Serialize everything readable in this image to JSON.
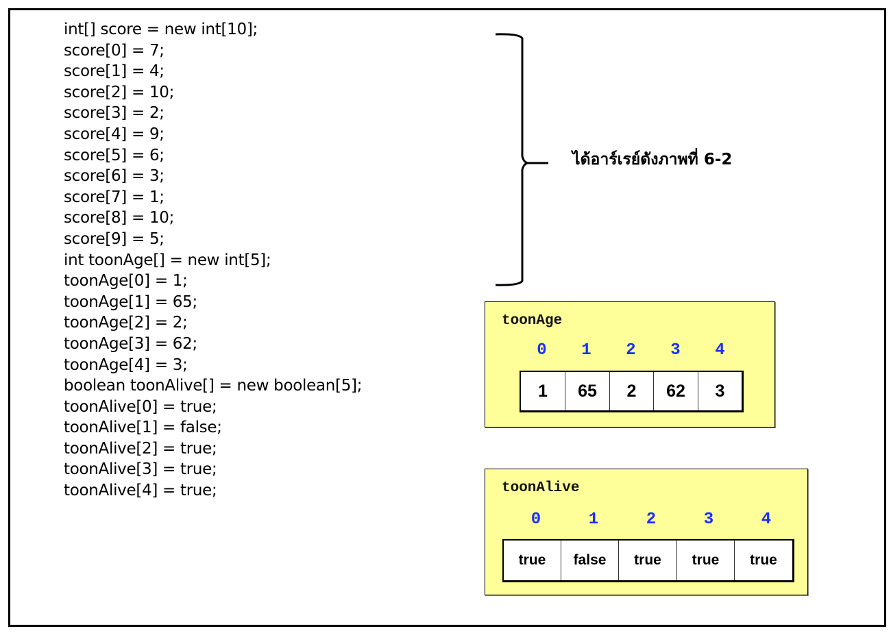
{
  "code_lines": [
    "int[] score = new int[10];",
    "score[0] = 7;",
    "score[1] = 4;",
    "score[2] = 10;",
    "score[3] = 2;",
    "score[4] = 9;",
    "score[5] = 6;",
    "score[6] = 3;",
    "score[7] = 1;",
    "score[8] = 10;",
    "score[9] = 5;",
    "int toonAge[] = new int[5];",
    "toonAge[0] = 1;",
    "toonAge[1] = 65;",
    "toonAge[2] = 2;",
    "toonAge[3] = 62;",
    "toonAge[4] = 3;",
    "boolean toonAlive[] = new boolean[5];",
    "toonAlive[0] = true;",
    "toonAlive[1] = false;",
    "toonAlive[2] = true;",
    "toonAlive[3] = true;",
    "toonAlive[4] = true;"
  ],
  "brace_caption": "ได้อาร์เรย์ดังภาพที่ 6-2",
  "toonAge": {
    "title": "toonAge",
    "indices": [
      "0",
      "1",
      "2",
      "3",
      "4"
    ],
    "values": [
      "1",
      "65",
      "2",
      "62",
      "3"
    ]
  },
  "toonAlive": {
    "title": "toonAlive",
    "indices": [
      "0",
      "1",
      "2",
      "3",
      "4"
    ],
    "values": [
      "true",
      "false",
      "true",
      "true",
      "true"
    ]
  },
  "colors": {
    "panel_bg": "#ffff99",
    "index_text": "#1a2eff"
  }
}
